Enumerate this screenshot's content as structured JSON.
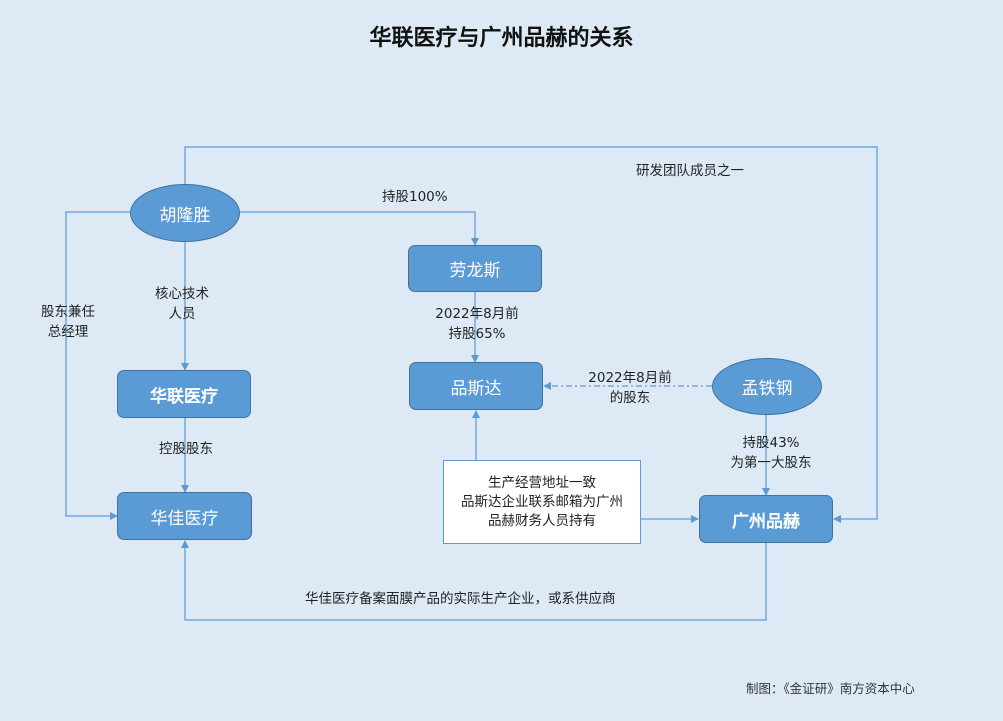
{
  "title": "华联医疗与广州品赫的关系",
  "nodes": {
    "hu_longsheng": "胡隆胜",
    "laolongsi": "劳龙斯",
    "pinsida": "品斯达",
    "meng_tiegang": "孟铁钢",
    "hualian": "华联医疗",
    "huajia": "华佳医疗",
    "guangzhou_pinhe": "广州品赫"
  },
  "labels": {
    "rd_team": "研发团队成员之一",
    "hold_100": "持股100%",
    "shareholder_gm_line1": "股东兼任",
    "shareholder_gm_line2": "总经理",
    "core_tech_line1": "核心技术",
    "core_tech_line2": "人员",
    "before_aug_2022_line1": "2022年8月前",
    "hold_65": "持股65%",
    "former_shareholder_line1": "2022年8月前",
    "former_shareholder_line2": "的股东",
    "hold_43_line1": "持股43%",
    "hold_43_line2": "为第一大股东",
    "controlling_shareholder": "控股股东",
    "note_line1": "生产经营地址一致",
    "note_line2": "品斯达企业联系邮箱为广州",
    "note_line3": "品赫财务人员持有",
    "supplier": "华佳医疗备案面膜产品的实际生产企业，或系供应商"
  },
  "footer": "制图：《金证研》南方资本中心",
  "colors": {
    "node_fill": "#5b9bd5",
    "node_border": "#41719c",
    "line": "#5b9bd5",
    "background": "#ddeaf6"
  }
}
